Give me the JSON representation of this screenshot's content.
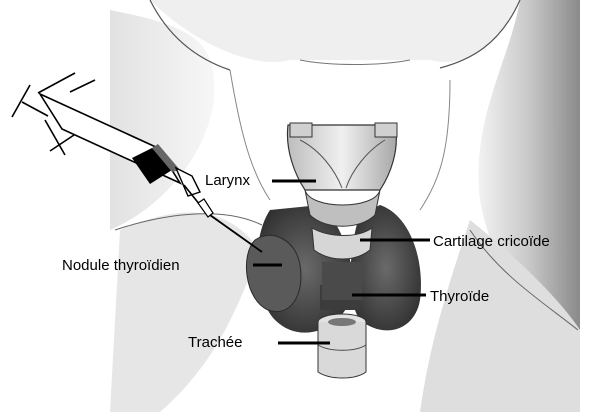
{
  "labels": {
    "larynx": "Larynx",
    "cartilage": "Cartilage cricoïde",
    "nodule": "Nodule thyroïdien",
    "thyroid": "Thyroïde",
    "trachea": "Trachée"
  },
  "icons": {
    "syringe": "syringe-icon"
  },
  "colors": {
    "ink": "#000000",
    "skin_shade": "#9a9a9a",
    "gland_dark": "#3a3a3a",
    "background": "#ffffff"
  }
}
